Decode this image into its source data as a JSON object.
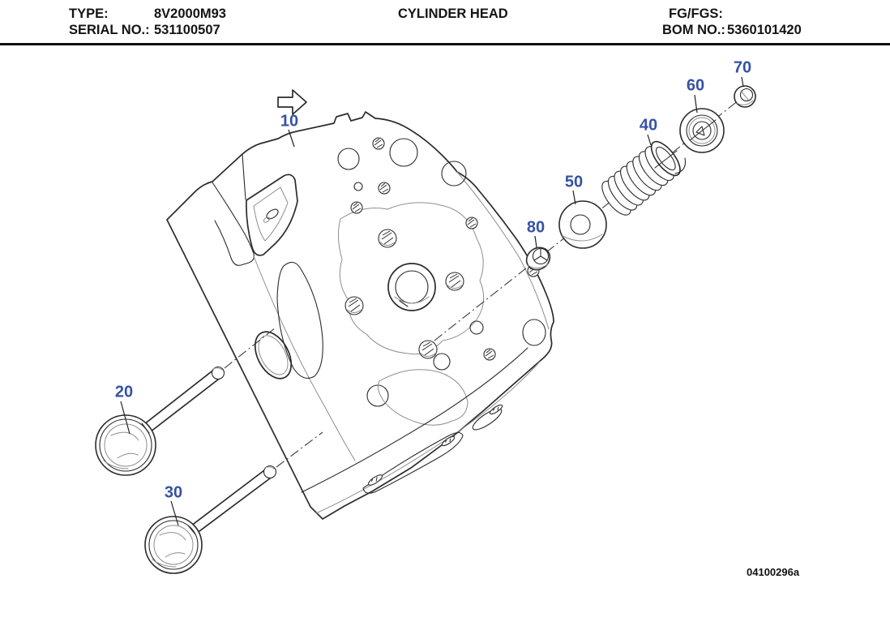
{
  "header": {
    "type_label": "TYPE:",
    "type_value": "8V2000M93",
    "serial_label": "SERIAL NO.:",
    "serial_value": "531100507",
    "title": "CYLINDER HEAD",
    "fg_label": "FG/FGS:",
    "fg_value": "",
    "bom_label": "BOM NO.:",
    "bom_value": "5360101420"
  },
  "diagram": {
    "callouts": [
      {
        "label": "10"
      },
      {
        "label": "20"
      },
      {
        "label": "30"
      },
      {
        "label": "40"
      },
      {
        "label": "50"
      },
      {
        "label": "60"
      },
      {
        "label": "70"
      },
      {
        "label": "80"
      }
    ],
    "direction_arrow_icon": "block-arrow-right",
    "drawing_number": "04100296a"
  },
  "colors": {
    "callout_blue": "#3552A5",
    "line_color": "#2b2b2b",
    "background": "#ffffff"
  }
}
